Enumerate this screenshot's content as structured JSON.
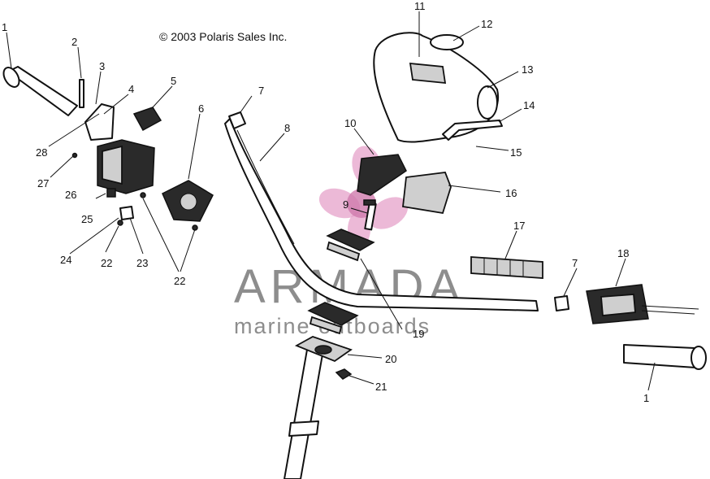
{
  "copyright": "© 2003 Polaris Sales Inc.",
  "watermark": {
    "brand": "ARMADA",
    "tagline": "marine outboards",
    "logo_icon": "propeller-flower-logo",
    "color": "#e6a2c9"
  },
  "callouts": {
    "c1a": "1",
    "c1b": "1",
    "c2": "2",
    "c3": "3",
    "c4": "4",
    "c5": "5",
    "c6": "6",
    "c7a": "7",
    "c7b": "7",
    "c8": "8",
    "c9": "9",
    "c10": "10",
    "c11": "11",
    "c12": "12",
    "c13": "13",
    "c14": "14",
    "c15": "15",
    "c16": "16",
    "c17": "17",
    "c18": "18",
    "c19": "19",
    "c20": "20",
    "c21": "21",
    "c22a": "22",
    "c22b": "22",
    "c23": "23",
    "c24": "24",
    "c25": "25",
    "c26": "26",
    "c27": "27",
    "c28": "28"
  }
}
